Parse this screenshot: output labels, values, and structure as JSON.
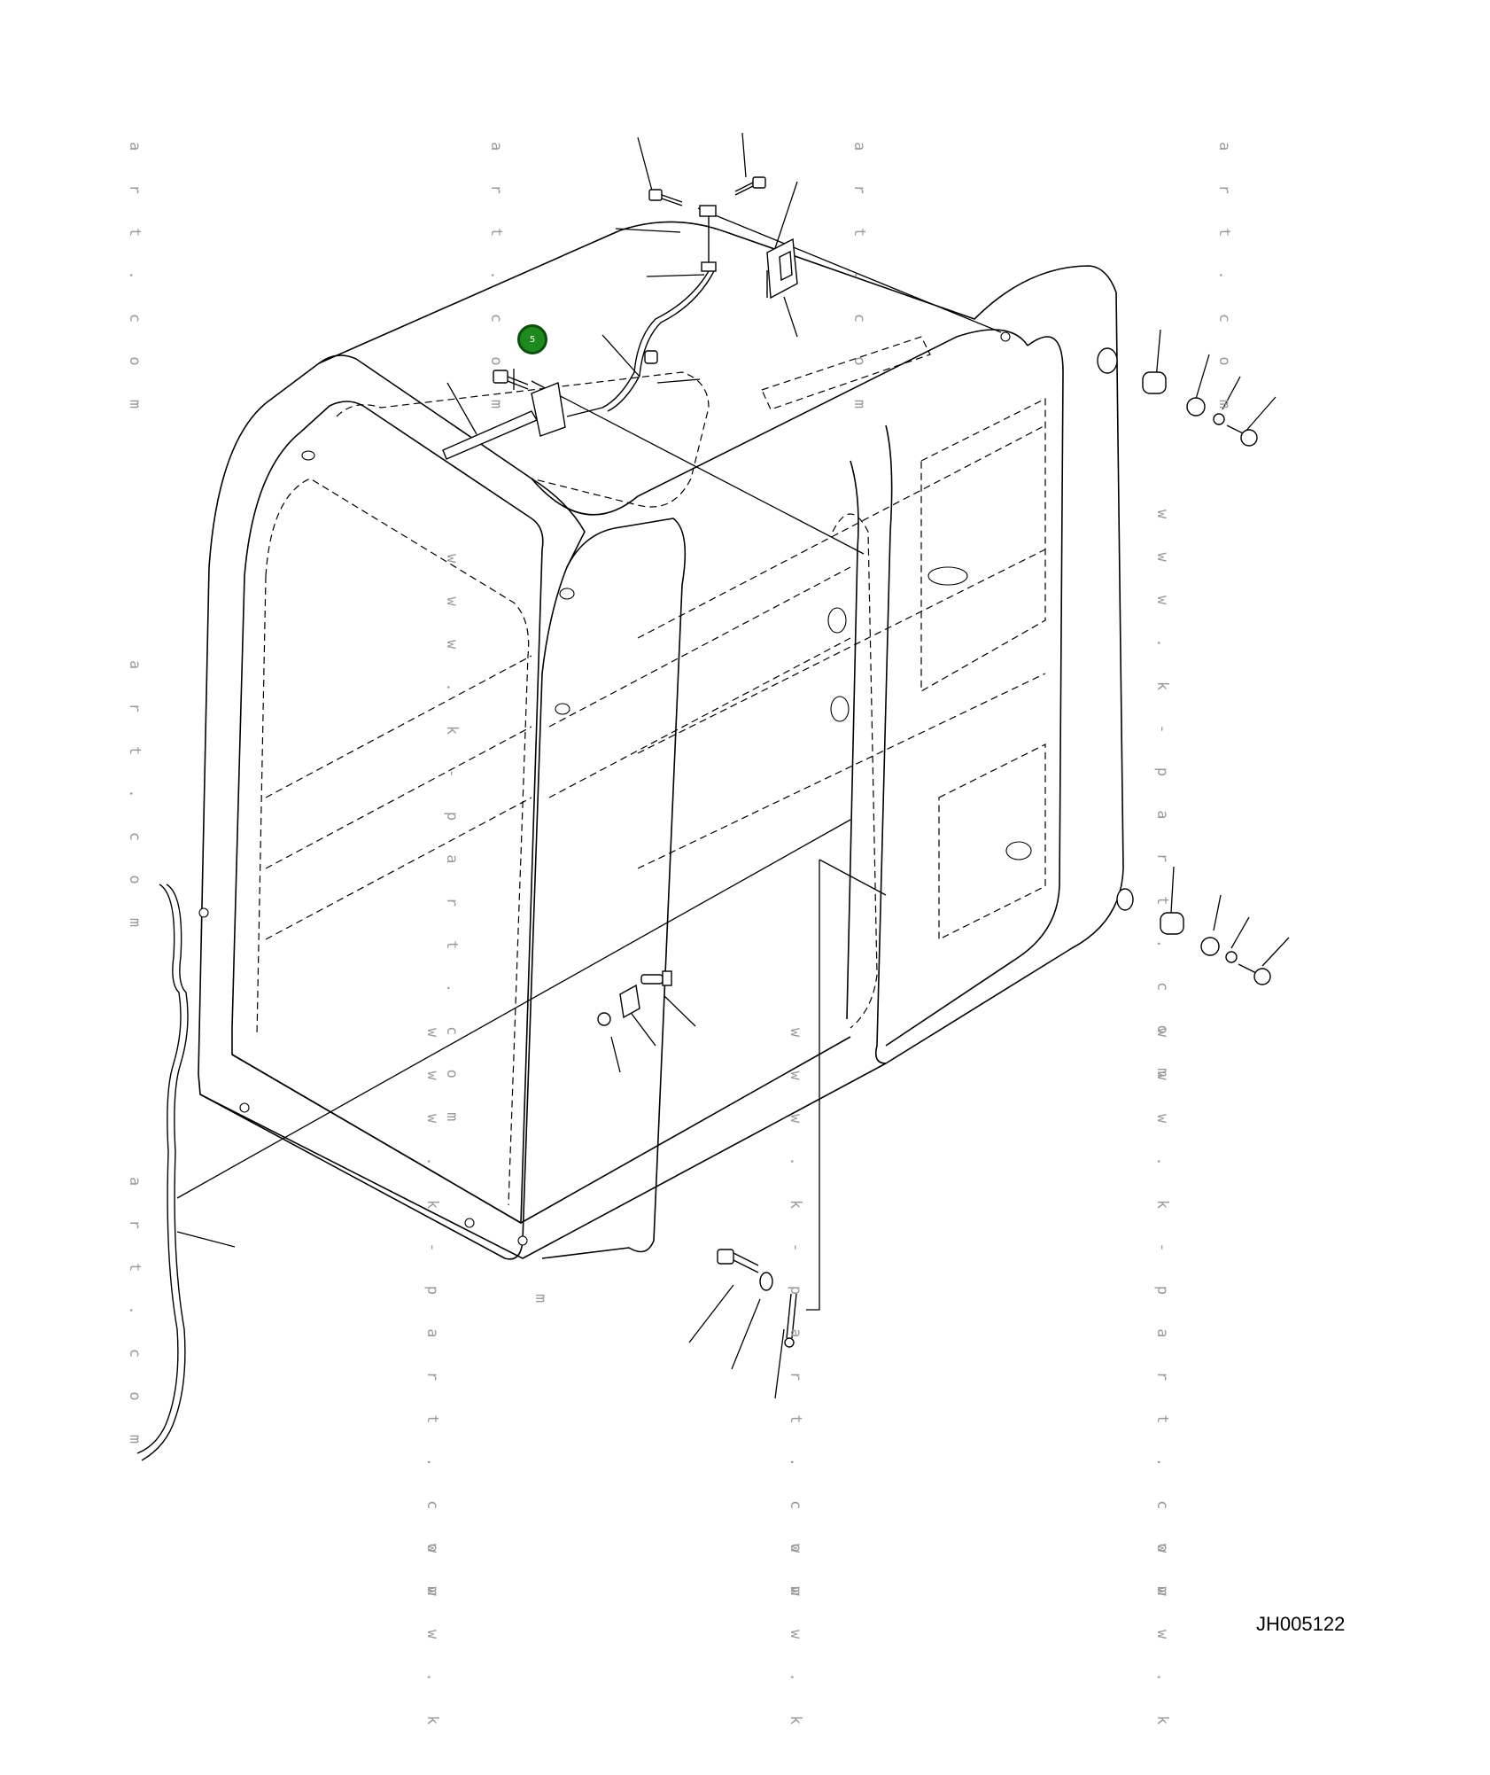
{
  "drawing": {
    "id": "JH005122",
    "callout_label": "5"
  },
  "watermark": {
    "site_fragment_1": "a r t . c o m",
    "site_fragment_2": "w w w . k - p a r t . c o m",
    "site_fragment_3": "w w w . k",
    "site_fragment_4": "m",
    "site_fragment_5": "a r t . c o m",
    "site_fragment_6": "w w w . k - p a r t . c o m"
  }
}
